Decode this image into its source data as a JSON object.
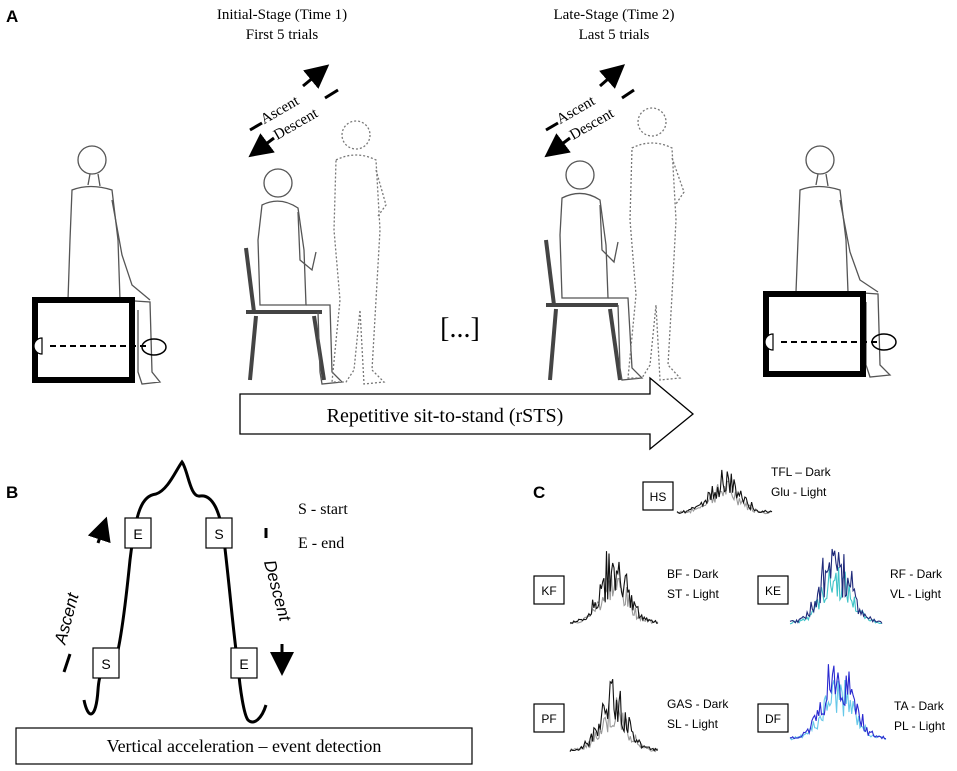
{
  "panel_a": {
    "label": "A",
    "stage1_title": "Initial-Stage (Time 1)",
    "stage1_subtitle": "First 5 trials",
    "stage2_title": "Late-Stage (Time 2)",
    "stage2_subtitle": "Last 5 trials",
    "ascent_label": "Ascent",
    "descent_label": "Descent",
    "ellipsis": "[...]",
    "arrow_label": "Repetitive sit-to-stand (rSTS)"
  },
  "panel_b": {
    "label": "B",
    "start_legend": "S - start",
    "end_legend": "E - end",
    "s_marker": "S",
    "e_marker": "E",
    "ascent_label": "Ascent",
    "descent_label": "Descent",
    "footer": "Vertical acceleration – event detection"
  },
  "panel_c": {
    "label": "C",
    "groups": [
      {
        "box": "HS",
        "dark": "TFL – Dark",
        "light": "Glu - Light",
        "dark_color": "#111111",
        "light_color": "#9a9a9a"
      },
      {
        "box": "KF",
        "dark": "BF - Dark",
        "light": "ST - Light",
        "dark_color": "#111111",
        "light_color": "#9a9a9a"
      },
      {
        "box": "KE",
        "dark": "RF - Dark",
        "light": "VL - Light",
        "dark_color": "#1f2a7a",
        "light_color": "#3fc3c8"
      },
      {
        "box": "PF",
        "dark": "GAS - Dark",
        "light": "SL - Light",
        "dark_color": "#111111",
        "light_color": "#9a9a9a"
      },
      {
        "box": "DF",
        "dark": "TA - Dark",
        "light": "PL - Light",
        "dark_color": "#2a2ad0",
        "light_color": "#66c8e8"
      }
    ]
  }
}
